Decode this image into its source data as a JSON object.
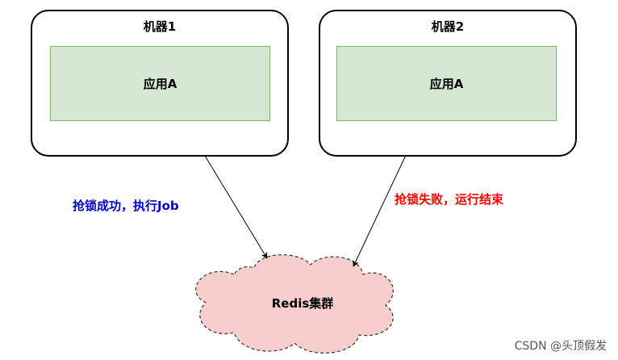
{
  "machines": [
    {
      "title": "机器1",
      "app_label": "应用A"
    },
    {
      "title": "机器2",
      "app_label": "应用A"
    }
  ],
  "edges": [
    {
      "label": "抢锁成功，执行Job",
      "color": "#0000cc"
    },
    {
      "label": "抢锁失败，运行结束",
      "color": "#ff0000"
    }
  ],
  "cluster": {
    "label": "Redis集群",
    "fill": "#f8cecc",
    "stroke": "#333333"
  },
  "app_fill": "#d5e8d4",
  "app_stroke": "#82b366",
  "watermark": "CSDN @头顶假发"
}
